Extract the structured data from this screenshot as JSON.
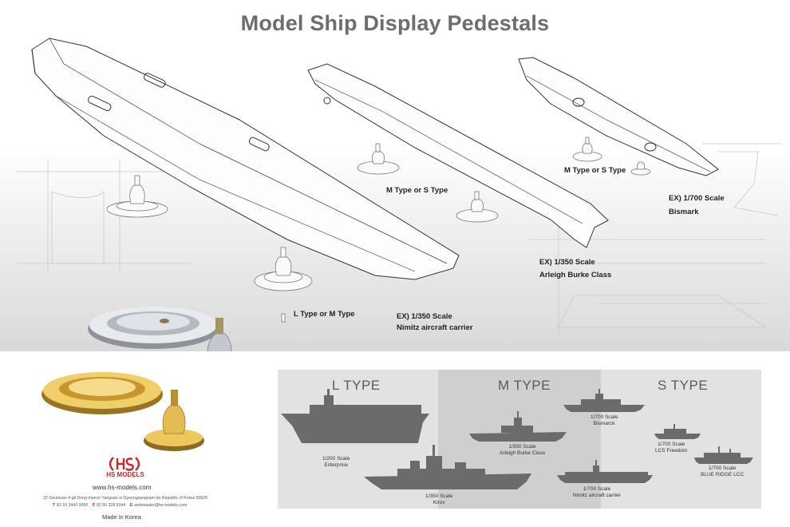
{
  "title": "Model Ship Display Pedestals",
  "labels": {
    "l_or_m": "L Type or M Type",
    "m_or_s_center": "M Type or S Type",
    "m_or_s_right": "M Type or S Type",
    "nimitz_scale": "EX) 1/350 Scale",
    "nimitz_name": "Nimitz aircraft carrier",
    "arleigh_scale": "EX) 1/350 Scale",
    "arleigh_name": "Arleigh Burke Class",
    "bismark_scale": "EX) 1/700 Scale",
    "bismark_name": "Bismark"
  },
  "types": {
    "l": "L TYPE",
    "m": "M TYPE",
    "s": "S TYPE"
  },
  "ships": {
    "enterprise": {
      "scale": "1/200 Scale",
      "name": "Enterprise"
    },
    "kirov": {
      "scale": "1/350 Scale",
      "name": "Kirov"
    },
    "arleigh": {
      "scale": "1/350 Scale",
      "name": "Arleigh Burke Class"
    },
    "nimitz": {
      "scale": "1/700 Scale",
      "name": "Nimitz aircraft carrier"
    },
    "bismarck": {
      "scale": "1/700 Scale",
      "name": "Bismarck"
    },
    "lcs": {
      "scale": "1/700 Scale",
      "name": "LCS Freedom"
    },
    "blueridge": {
      "scale": "1/700 Scale",
      "name": "BLUE RIDGE LCC"
    }
  },
  "company": {
    "brand": "HS MODELS",
    "website": "www.hs-models.com",
    "address": "22 Geumsan 4-gil Dong-myeon Yangsan-si Gyeongsangnam-do Republic of Korea 50620",
    "phone_key": "T",
    "phone": "82 10 3443 0056",
    "fax_key": "F",
    "fax": "82 55 328 5344",
    "email_key": "E",
    "email": "webmaster@hs-models.com",
    "made_in": "Made in Korea"
  },
  "colors": {
    "title": "#6d6d6d",
    "brand_red": "#c8252c",
    "silhouette": "#6b6b6b",
    "chrome": "#cfd3d8",
    "gold": "#d8a93a"
  }
}
